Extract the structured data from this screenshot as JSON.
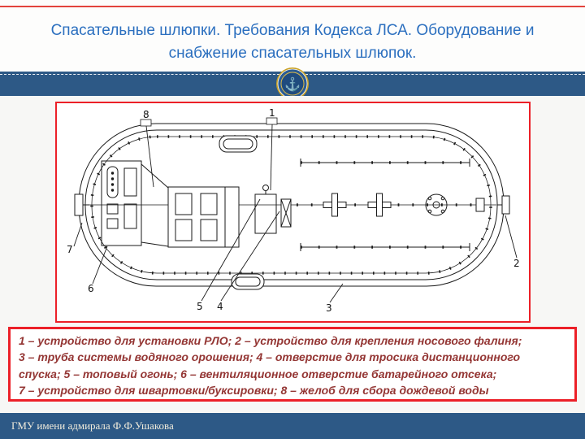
{
  "slide": {
    "title_line1": "Спасательные шлюпки. Требования Кодекса ЛСА. Оборудование и",
    "title_line2": "снабжение спасательных шлюпок.",
    "footer": "ГМУ имени адмирала Ф.Ф.Ушакова"
  },
  "colors": {
    "accent_red": "#EC2028",
    "band_blue": "#2D5986",
    "title_blue": "#2B6FBF",
    "caption_maroon": "#943634",
    "emblem_gold": "#C9A227"
  },
  "icons": {
    "emblem": "anchor-emblem",
    "anchor_glyph": "⚓"
  },
  "diagram": {
    "callouts": [
      "1",
      "2",
      "3",
      "4",
      "5",
      "6",
      "7",
      "8"
    ]
  },
  "caption": {
    "lines": [
      "1 – устройство для установки РЛО; 2 – устройство для крепления носового фалиня;",
      "3 – труба системы водяного орошения; 4 – отверстие для тросика дистанционного",
      "спуска; 5 – топовый огонь; 6 – вентиляционное отверстие батарейного отсека;",
      "7 – устройство для швартовки/буксировки; 8 – желоб для сбора дождевой воды"
    ]
  }
}
